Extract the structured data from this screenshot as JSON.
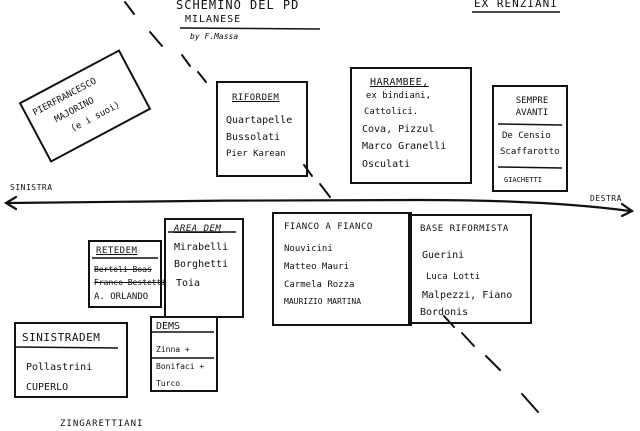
{
  "header": {
    "title_line1": "SCHEMINO DEL PD",
    "title_line2": "MILANESE",
    "byline": "by F.Massa",
    "top_right": "EX RENZIANI"
  },
  "axis": {
    "left_label": "SINISTRA",
    "right_label": "DESTRA"
  },
  "bottom_label": "ZINGARETTIANI",
  "groups": {
    "pierfrancesco": {
      "lines": [
        "PIERFRANCESCO",
        "MAJORINO",
        "(e i suoi)"
      ]
    },
    "riformdem": {
      "title": "RIFORDEM",
      "members": [
        "Quartapelle",
        "Bussolati",
        "Pier Karean"
      ]
    },
    "harambee": {
      "title": "HARAMBEE,",
      "subtitle": "ex bindiani,",
      "members": [
        "Cattolici.",
        "Cova, Pizzul",
        "Marco Granelli",
        "Osculati"
      ]
    },
    "sempre_avanti": {
      "title": "SEMPRE AVANTI",
      "members": [
        "De Censio",
        "Scaffarotto"
      ],
      "bottom": "GIACHETTI"
    },
    "retedem": {
      "title": "RETEDEM",
      "members": [
        "Bertoli Boas",
        "Franco Bestetti",
        "A. ORLANDO"
      ]
    },
    "areadem": {
      "title": "AREA DEM",
      "members": [
        "Mirabelli",
        "Borghetti",
        "Toia"
      ]
    },
    "fianco": {
      "title": "FIANCO A FIANCO",
      "members": [
        "Nouvicini",
        "Matteo Mauri",
        "Carmela Rozza",
        "MAURIZIO MARTINA"
      ]
    },
    "base_riformista": {
      "title": "BASE RIFORMISTA",
      "members": [
        "Guerini",
        "Luca Lotti",
        "Malpezzi, Fiano",
        "Bordonis"
      ]
    },
    "sinistradem": {
      "title": "SINISTRADEM",
      "members": [
        "Pollastrini",
        "CUPERLO"
      ]
    },
    "dems": {
      "title": "DEMS",
      "members": [
        "Zinna +",
        "Bonifaci +",
        "Turco"
      ]
    }
  },
  "colors": {
    "ink": "#111111",
    "paper": "#ffffff"
  }
}
